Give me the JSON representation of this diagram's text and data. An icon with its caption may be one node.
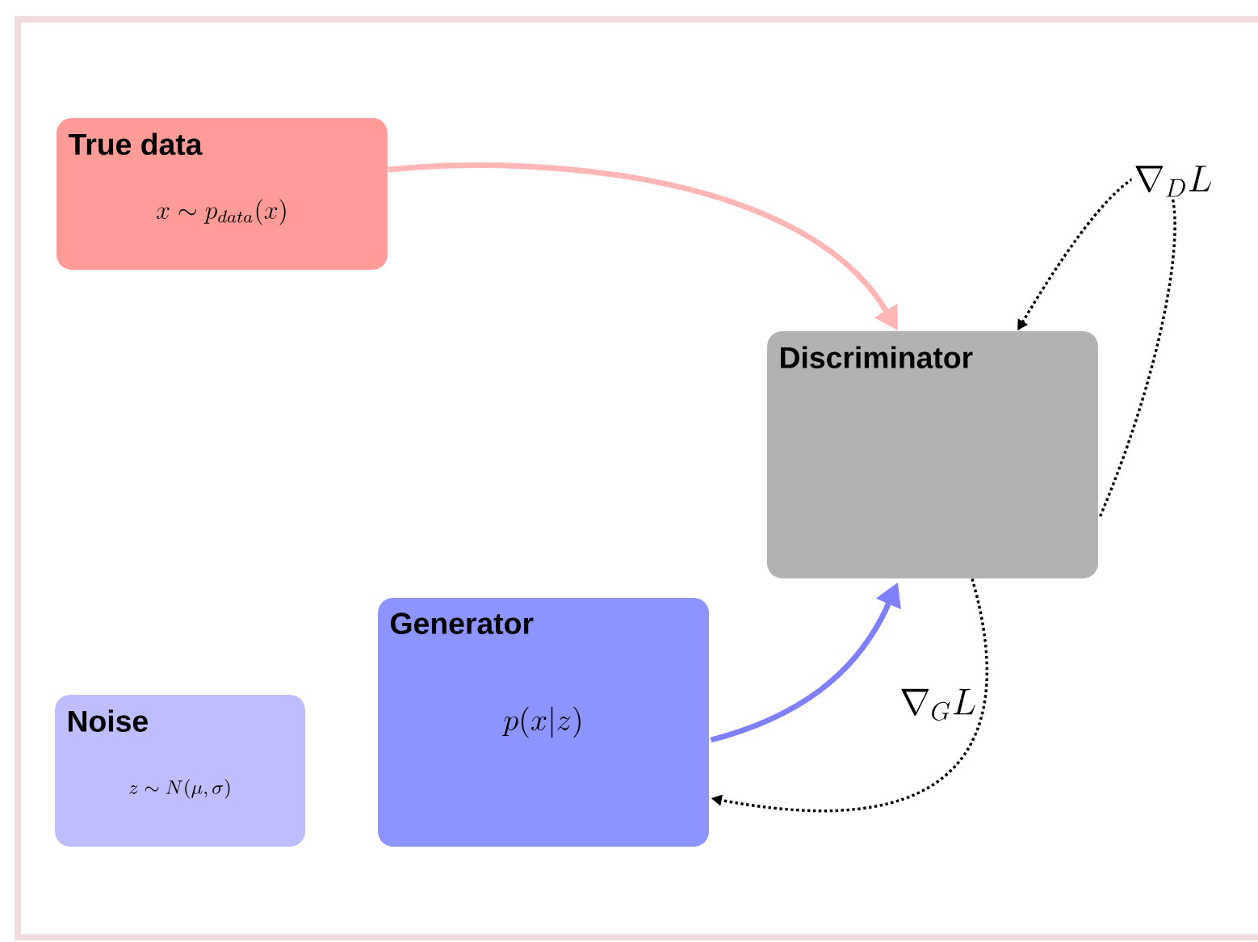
{
  "diagram": {
    "nodes": [
      {
        "text": [
          "True data",
          "x \\sim p_{data}(x)"
        ]
      },
      {
        "text": [
          "Discriminator"
        ]
      },
      {
        "text": [
          "Noise",
          "z \\sim N(\\mu,\\sigma)"
        ]
      },
      {
        "text": [
          "Generator",
          "p(x|z)"
        ]
      }
    ],
    "edges": [
      {
        "from": 0,
        "to": 1,
        "arrow": "to",
        "style": "thick",
        "color": "#ffb6b6"
      },
      {
        "from": 3,
        "to": 1,
        "arrow": "to",
        "style": "thick",
        "color": "#8080ff"
      },
      {
        "from": 1,
        "to": 1,
        "arrow": "to",
        "style": "dashed",
        "label": "\\nabla_D L"
      },
      {
        "from": 1,
        "to": 3,
        "arrow": "to",
        "style": "dashed",
        "label": "\\nabla_G L"
      }
    ]
  }
}
